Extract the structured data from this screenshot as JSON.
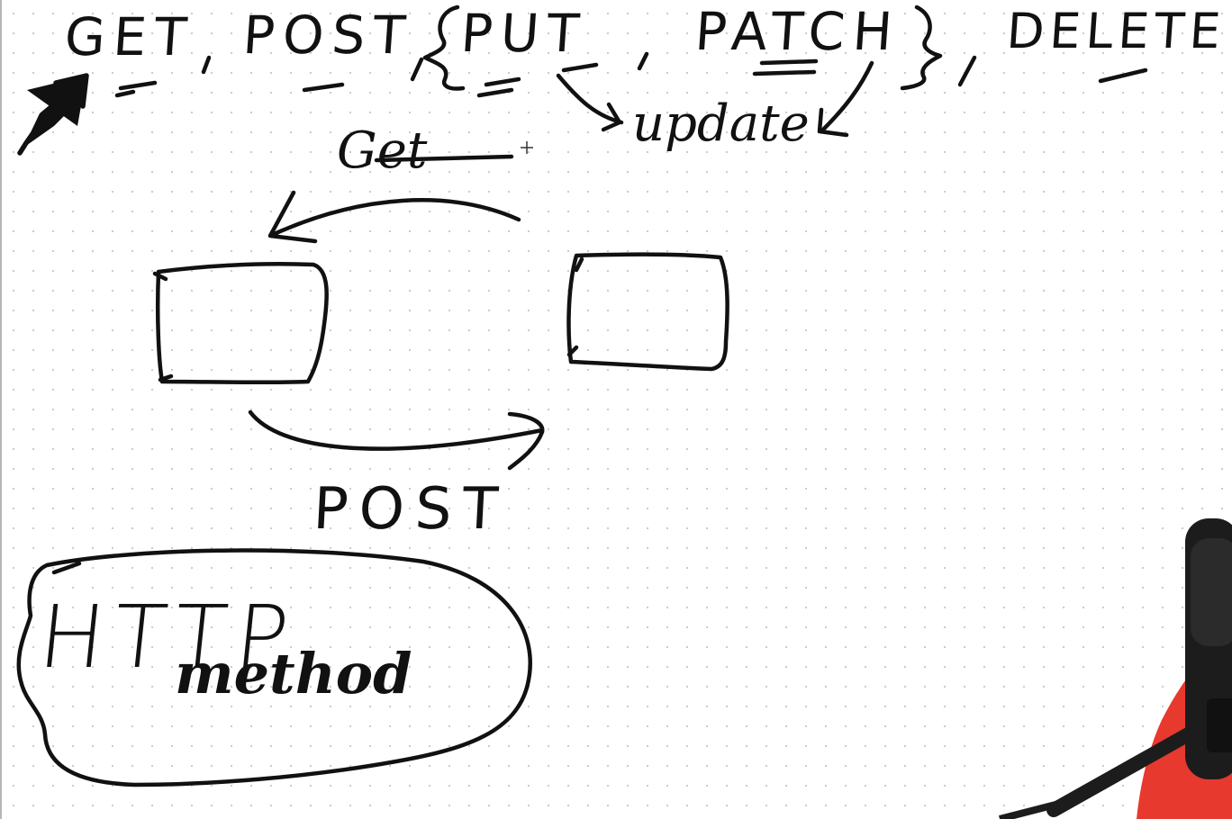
{
  "methods": {
    "get": "GET",
    "post": "POST",
    "put": "PUT",
    "patch": "PATCH",
    "delete": "DELETE"
  },
  "labels": {
    "update": "update",
    "get_arrow": "Get",
    "post_arrow": "POST",
    "http": "HTTP",
    "method": "method"
  },
  "colors": {
    "ink": "#111111",
    "background": "#ffffff",
    "grid_dot": "#c9c9c9",
    "person_shirt": "#e8392f",
    "microphone": "#1c1c1c"
  }
}
